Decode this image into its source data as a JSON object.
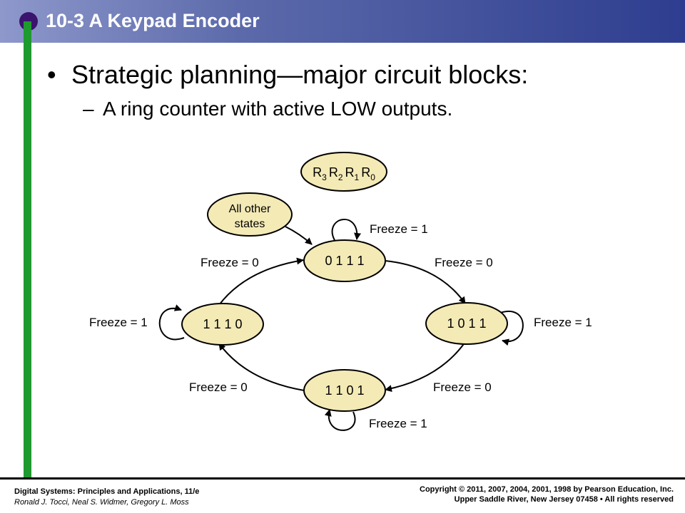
{
  "header": {
    "title": "10-3 A Keypad Encoder"
  },
  "content": {
    "bullet": "Strategic planning—major circuit blocks:",
    "sub": "A ring counter with active LOW outputs."
  },
  "diagram": {
    "legend": {
      "R3": "R",
      "s3": "3",
      "R2": "R",
      "s2": "2",
      "R1": "R",
      "s1": "1",
      "R0": "R",
      "s0": "0"
    },
    "other_states": [
      "All other",
      "states"
    ],
    "states": {
      "top": "0 1 1 1",
      "right": "1 0 1 1",
      "bottom": "1 1 0 1",
      "left": "1 1 1 0"
    },
    "labels": {
      "top_self": "Freeze = 1",
      "top_to_right": "Freeze = 0",
      "right_self": "Freeze = 1",
      "right_to_bottom": "Freeze = 0",
      "bottom_self": "Freeze = 1",
      "bottom_to_left": "Freeze = 0",
      "left_self": "Freeze = 1",
      "left_to_top": "Freeze = 0"
    },
    "colors": {
      "state_fill": "#f4eab6",
      "outline": "#000000"
    }
  },
  "footer": {
    "title": "Digital Systems: Principles and Applications, 11/e",
    "authors": "Ronald J. Tocci, Neal S. Widmer, Gregory L. Moss",
    "copyright_line1": "Copyright © 2011, 2007, 2004, 2001, 1998 by Pearson Education, Inc.",
    "copyright_line2": "Upper Saddle River, New Jersey 07458 • All rights reserved"
  }
}
